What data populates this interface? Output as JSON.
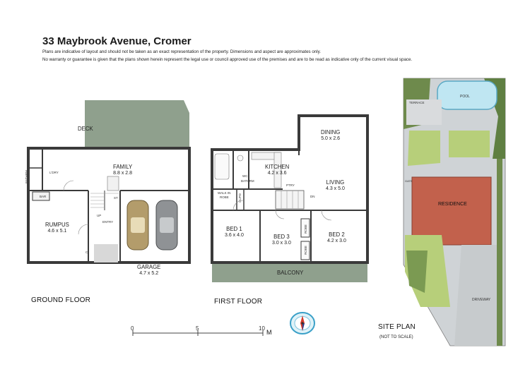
{
  "header": {
    "title": "33 Maybrook Avenue, Cromer",
    "disclaimer_1": "Plans are indicative of layout and should not be taken as an exact representation of the property. Dimensions and aspect are approximates only.",
    "disclaimer_2": "No warranty or guarantee is given that the plans shown herein represent the legal use or council approved use of the premises and are to be read as indicative only of the current visual space."
  },
  "ground_floor": {
    "label": "GROUND FLOOR",
    "rooms": {
      "deck": "DECK",
      "family_name": "FAMILY",
      "family_dim": "8.8 x 2.8",
      "rumpus_name": "RUMPUS",
      "rumpus_dim": "4.6 x 5.1",
      "garage_name": "GARAGE",
      "garage_dim": "4.7 x 5.2",
      "ldry": "L'DRY",
      "bathrm": "BATHRM",
      "bar": "BAR",
      "st": "ST",
      "up": "UP",
      "entry": "ENTRY",
      "c": "C"
    }
  },
  "first_floor": {
    "label": "FIRST FLOOR",
    "rooms": {
      "dining_name": "DINING",
      "dining_dim": "5.0 x 2.6",
      "kitchen_name": "KITCHEN",
      "kitchen_dim": "4.2 x 3.6",
      "living_name": "LIVING",
      "living_dim": "4.3 x 5.0",
      "bed1_name": "BED 1",
      "bed1_dim": "3.6 x 4.0",
      "bed2_name": "BED 2",
      "bed2_dim": "4.2 x 3.0",
      "bed3_name": "BED 3",
      "bed3_dim": "3.0 x 3.0",
      "balcony": "BALCONY",
      "wc": "WC",
      "bathrm": "BATHRM",
      "walk_in_robe_1": "WALK IN",
      "walk_in_robe_2": "ROBE",
      "ptry": "PTRY",
      "dn": "DN",
      "cupd": "CUPD",
      "robe": "ROBE"
    }
  },
  "site_plan": {
    "label": "SITE PLAN",
    "note": "(NOT TO SCALE)",
    "pool": "POOL",
    "terrace": "TERRACE",
    "residence": "RESIDENCE",
    "driveway": "DRIVEWAY",
    "gate": "GATE"
  },
  "scale": {
    "ticks": [
      "0",
      "5",
      "10"
    ],
    "unit": "M"
  },
  "compass": {
    "icon": "compass-icon"
  },
  "colors": {
    "deck": "#8fa08d",
    "balcony": "#8fa08d",
    "wall": "#3a3a3a",
    "floor": "#ffffff",
    "residence": "#c2614c",
    "lawn": "#b7cf7a",
    "paving": "#cfd3d6",
    "pool": "#bfe6f2"
  }
}
